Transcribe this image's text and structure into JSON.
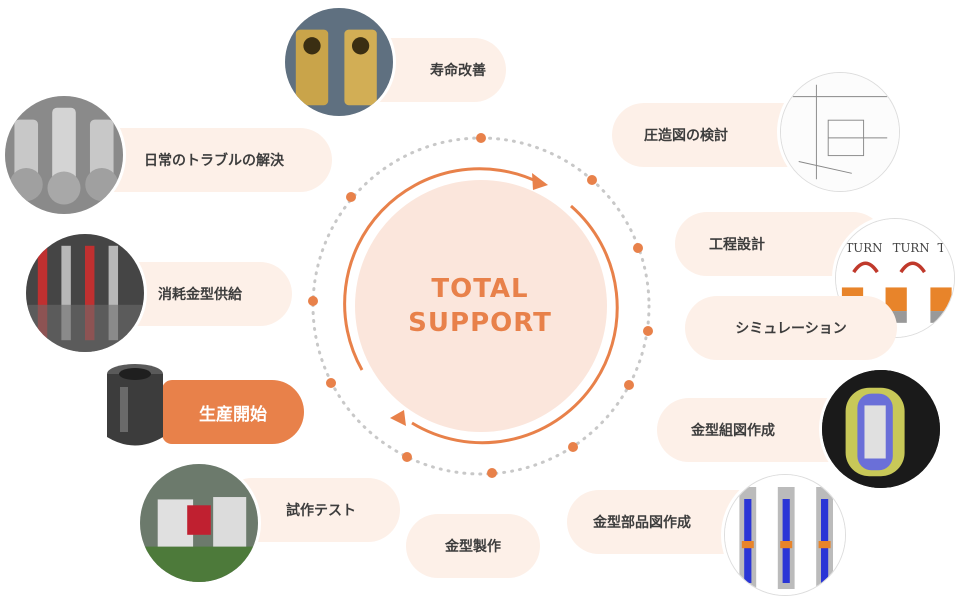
{
  "center": {
    "line1": "TOTAL",
    "line2": "SUPPORT"
  },
  "steps": {
    "life": "寿命改善",
    "forging": "圧造図の検討",
    "process": "工程設計",
    "simulation": "シミュレーション",
    "assembly": "金型組図作成",
    "parts": "金型部品図作成",
    "diemaking": "金型製作",
    "trial": "試作テスト",
    "production": "生産開始",
    "supply": "消耗金型供給",
    "trouble": "日常のトラブルの解決"
  },
  "turn_labels": [
    "TURN",
    "TURN",
    "TU"
  ],
  "colors": {
    "accent": "#e8814a",
    "bubble": "#fdf0e8",
    "dot": "#e8814a",
    "dotted_ring": "#c8c8c8"
  }
}
